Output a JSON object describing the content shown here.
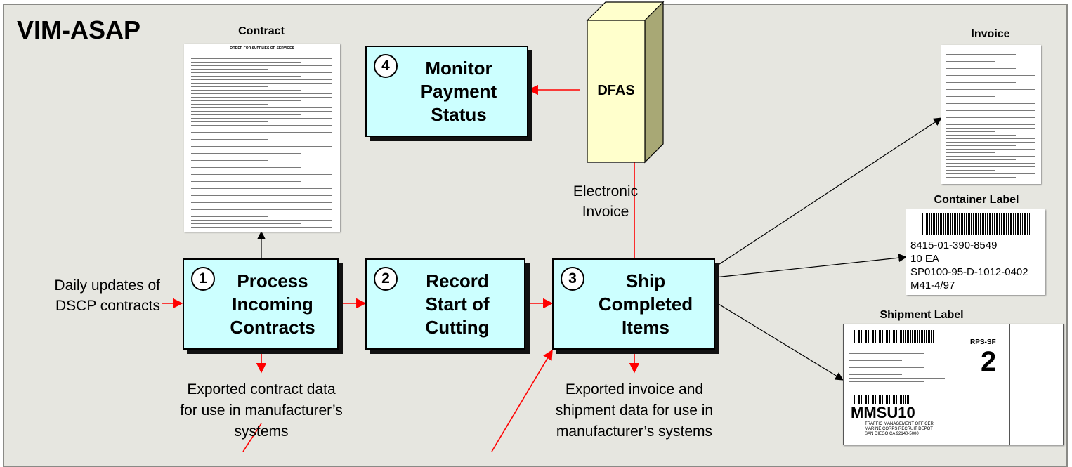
{
  "title": "VIM-ASAP",
  "processes": [
    {
      "number": "1",
      "label": "Process\nIncoming\nContracts"
    },
    {
      "number": "2",
      "label": "Record\nStart of\nCutting"
    },
    {
      "number": "3",
      "label": "Ship\nCompleted\nItems"
    },
    {
      "number": "4",
      "label": "Monitor\nPayment\nStatus"
    }
  ],
  "dfas": {
    "label": "DFAS"
  },
  "annotations": {
    "daily_updates": "Daily updates of\nDSCP contracts",
    "electronic_invoice": "Electronic\nInvoice",
    "exported_contract": "Exported contract data\nfor use in manufacturer’s\nsystems",
    "exported_invoice": "Exported invoice and\nshipment data for use in\nmanufacturer’s systems"
  },
  "documents": {
    "contract": {
      "caption": "Contract",
      "heading": "ORDER FOR SUPPLIES OR SERVICES"
    },
    "invoice": {
      "caption": "Invoice"
    },
    "container_label": {
      "caption": "Container Label",
      "lines": [
        "8415-01-390-8549",
        "10 EA",
        "SP0100-95-D-1012-0402",
        "M41-4/97"
      ]
    },
    "shipment_label": {
      "caption": "Shipment Label",
      "code": "MMSU10",
      "big_number": "2",
      "service": "RPS-SF",
      "consignee": [
        "TRAFFIC MANAGEMENT OFFICER",
        "MARINE CORPS RECRUIT DEPOT",
        "SAN DIEGO  CA  92140-5000"
      ]
    }
  },
  "colors": {
    "process_fill": "#ccffff",
    "dfas_fill": "#ffffcc",
    "arrow_red": "#ff0000",
    "arrow_black": "#000000",
    "background": "#e6e6e0"
  }
}
